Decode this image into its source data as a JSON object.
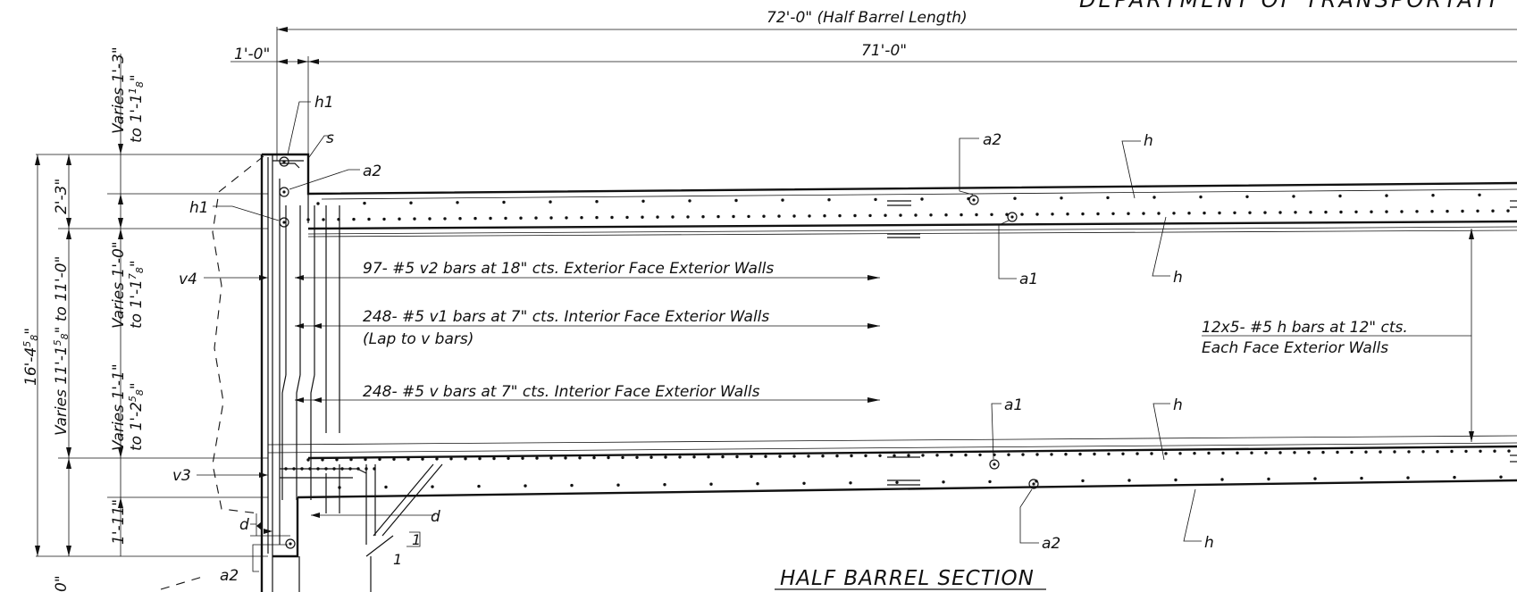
{
  "header": {
    "department": "DEPARTMENT OF TRANSPORTATI"
  },
  "dimensions": {
    "half_barrel_length": "72'-0\" (Half Barrel Length)",
    "inner_length": "71'-0\"",
    "wall_offset": "1'-0\"",
    "top_slab_varies_1": "Varies 1'-3\"",
    "top_slab_varies_2": "to 1'-1",
    "top_slab_varies_frac": "1",
    "top_slab_varies_den": "8",
    "top_slab_varies_end": "\"",
    "haunch_top": "2'-3\"",
    "wall_varies_a_1": "Varies 1'-0\"",
    "wall_varies_a_2": "to 1'-1",
    "wall_varies_a_num": "7",
    "wall_varies_a_den": "8",
    "wall_varies_b_1": "Varies 1'-1\"",
    "wall_varies_b_2": "to 1'-2",
    "wall_varies_b_num": "5",
    "wall_varies_b_den": "8",
    "height_total": "16'-4",
    "height_total_num": "5",
    "height_total_den": "8",
    "height_varies": "Varies 11'-1",
    "height_varies_num": "5",
    "height_varies_den": "8",
    "height_varies_end": "\" to 11'-0\"",
    "haunch_bottom": "1'-11\"",
    "bottom_partial": "0\""
  },
  "bar_labels": {
    "h1_top": "h1",
    "s": "s",
    "a2_top": "a2",
    "h1_left": "h1",
    "v4": "v4",
    "v3": "v3",
    "d_left": "d",
    "d_right": "d",
    "a2_bottom_left": "a2",
    "a2_top_right": "a2",
    "h_top_right": "h",
    "a1_mid": "a1",
    "h_mid": "h",
    "a1_lower": "a1",
    "h_lower": "h",
    "a2_bottom_right": "a2",
    "h_bottom_right": "h",
    "slope_1a": "1",
    "slope_1b": "1"
  },
  "notes": {
    "v2": "97- #5 v2  bars at 18\" cts. Exterior Face Exterior Walls",
    "v1": "248- #5 v1  bars at 7\" cts. Interior Face Exterior Walls",
    "v1_lap": "(Lap to v  bars)",
    "v": "248- #5 v  bars at 7\" cts. Interior Face Exterior Walls",
    "h_bars_1": "12x5- #5 h  bars at 12\" cts.",
    "h_bars_2": "Each Face Exterior Walls"
  },
  "title": "HALF BARREL SECTION"
}
